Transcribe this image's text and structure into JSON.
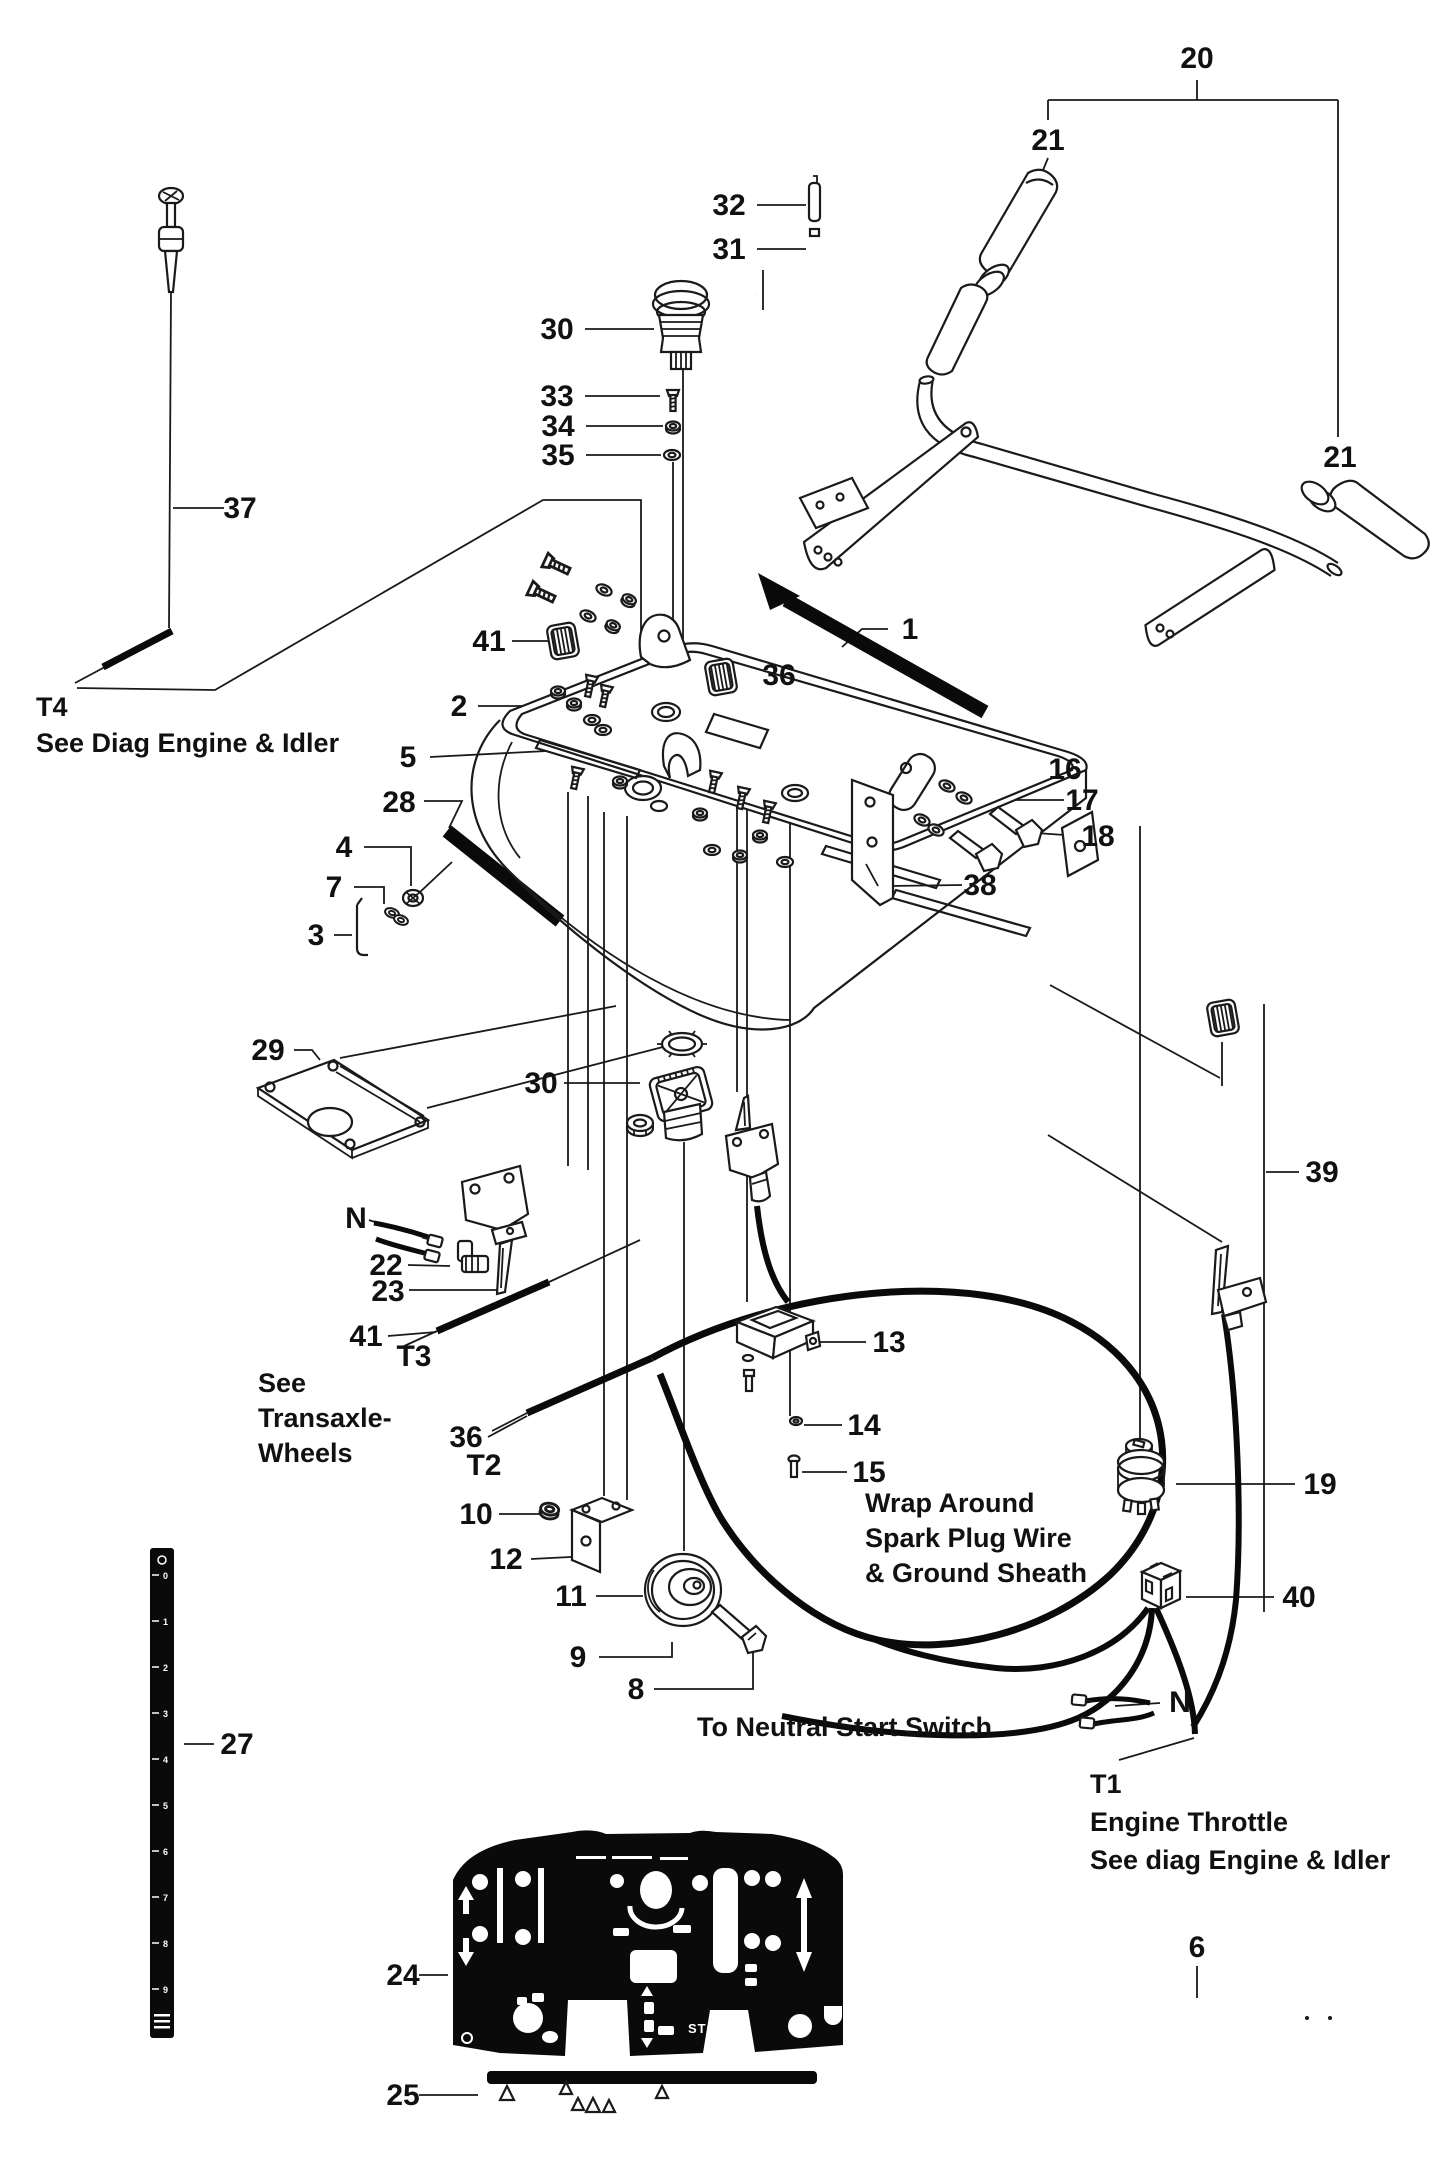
{
  "colors": {
    "ink": "#1a1a1a",
    "background": "#ffffff",
    "decal": "#000000",
    "decal_text": "#ffffff"
  },
  "labels": {
    "p20": "20",
    "p21a": "21",
    "p21b": "21",
    "p32": "32",
    "p31": "31",
    "p30a": "30",
    "p33": "33",
    "p34": "34",
    "p35": "35",
    "p37": "37",
    "p41a": "41",
    "p36a": "36",
    "p1": "1",
    "p2": "2",
    "p5": "5",
    "p28": "28",
    "p4": "4",
    "p7": "7",
    "p3": "3",
    "p16": "16",
    "p17": "17",
    "p18": "18",
    "p38": "38",
    "p29": "29",
    "p30b": "30",
    "pN1": "N",
    "p22": "22",
    "p23": "23",
    "p41b": "41",
    "pT3": "T3",
    "p36b": "36",
    "pT2": "T2",
    "p13": "13",
    "p14": "14",
    "p15": "15",
    "p10": "10",
    "p12": "12",
    "p11": "11",
    "p9": "9",
    "p8": "8",
    "p19": "19",
    "p39": "39",
    "p40": "40",
    "pN2": "N",
    "p27": "27",
    "p24": "24",
    "p25": "25",
    "p6": "6"
  },
  "notes": {
    "t4_code": "T4",
    "t4_text": "See Diag Engine & Idler",
    "transaxle_1": "See",
    "transaxle_2": "Transaxle-",
    "transaxle_3": "Wheels",
    "wrap_1": "Wrap Around",
    "wrap_2": "Spark Plug Wire",
    "wrap_3": "& Ground Sheath",
    "neutral": "To Neutral Start Switch",
    "t1_code": "T1",
    "t1_line1": "Engine Throttle",
    "t1_line2": "See diag Engine & Idler"
  },
  "decal_24": {
    "stop": "STOP"
  },
  "decal_27": {
    "digits": [
      "0",
      "1",
      "2",
      "3",
      "4",
      "5",
      "6",
      "7",
      "8",
      "9"
    ]
  }
}
